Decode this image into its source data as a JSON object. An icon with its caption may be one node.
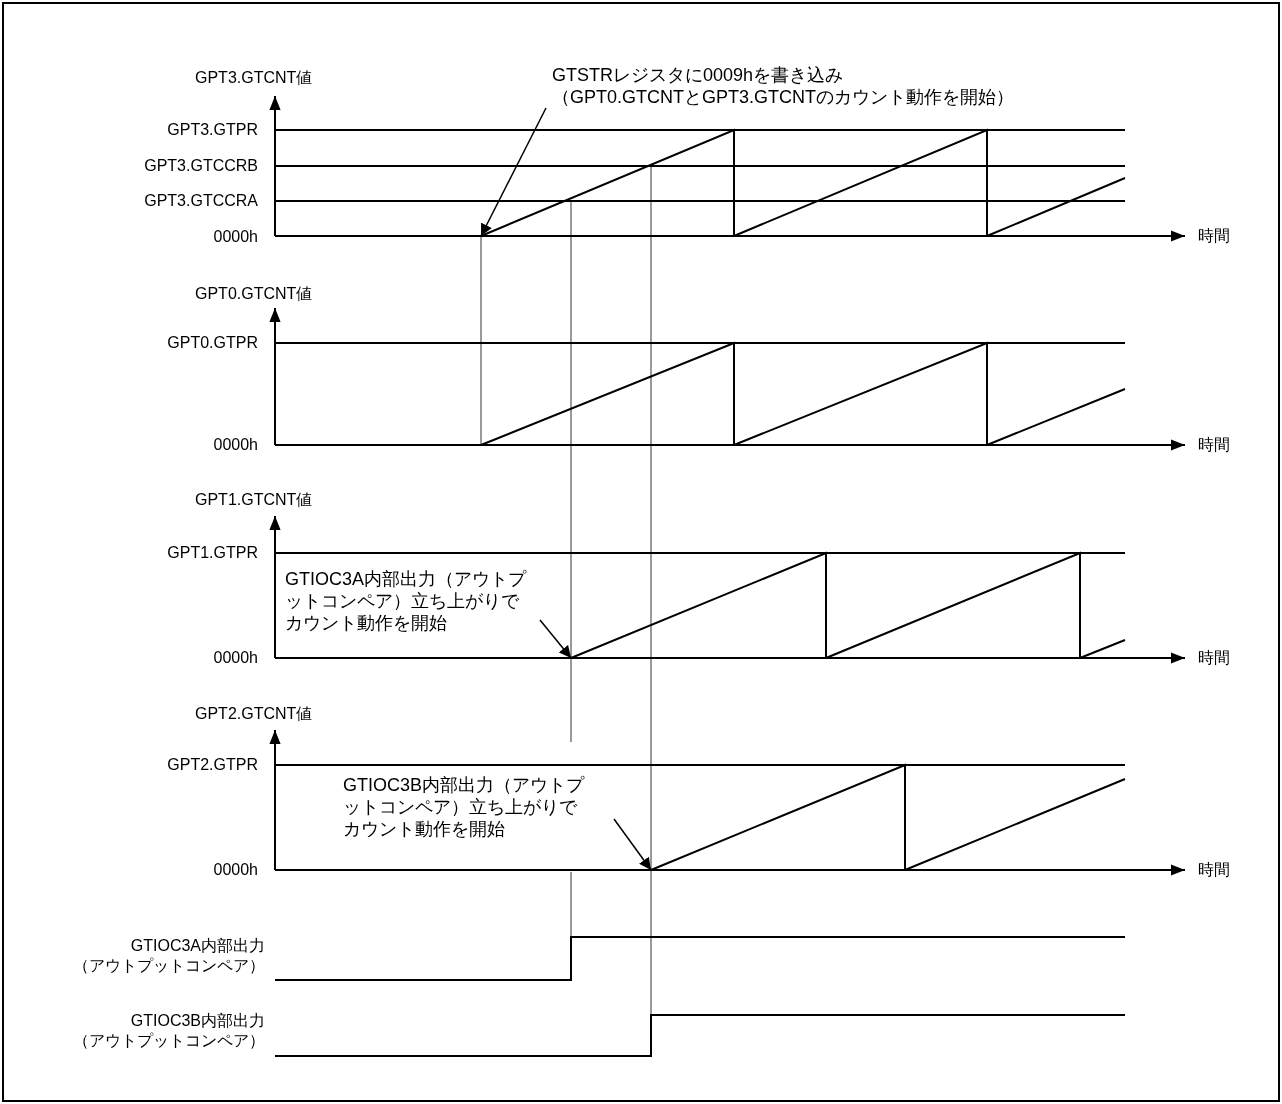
{
  "diagram": {
    "nodes": [
      {
        "text": [
          "GTSTRレジスタに0009hを書き込み（GPT0.GTCNTとGPT3.GTCNTのカウント動作を開始）"
        ]
      },
      {
        "text": [
          "GTIOC3A内部出力（アウトプットコンペア）立ち上がりでカウント動作を開始"
        ]
      },
      {
        "text": [
          "GTIOC3B内部出力（アウトプットコンペア）立ち上がりでカウント動作を開始"
        ]
      },
      {
        "text": [],
        "shape": "line"
      },
      {
        "text": [],
        "shape": "line"
      },
      {
        "text": [],
        "shape": "line"
      }
    ],
    "edges": [
      {
        "from": 0,
        "to": 3,
        "arrow": "to"
      },
      {
        "from": 1,
        "to": 4,
        "arrow": "to"
      },
      {
        "from": 2,
        "to": 5,
        "arrow": "to"
      }
    ],
    "labels": [
      "GPT3.GTCNT値",
      "GPT3.GTPR",
      "GPT3.GTCCRB",
      "GPT3.GTCCRA",
      "0000h",
      "時間",
      "GPT0.GTCNT値",
      "GPT0.GTPR",
      "0000h",
      "時間",
      "GPT1.GTCNT値",
      "GPT1.GTPR",
      "0000h",
      "時間",
      "GPT2.GTCNT値",
      "GPT2.GTPR",
      "0000h",
      "時間",
      "GTIOC3A内部出力（アウトプットコンペア）",
      "GTIOC3B内部出力（アウトプットコンペア）"
    ]
  }
}
